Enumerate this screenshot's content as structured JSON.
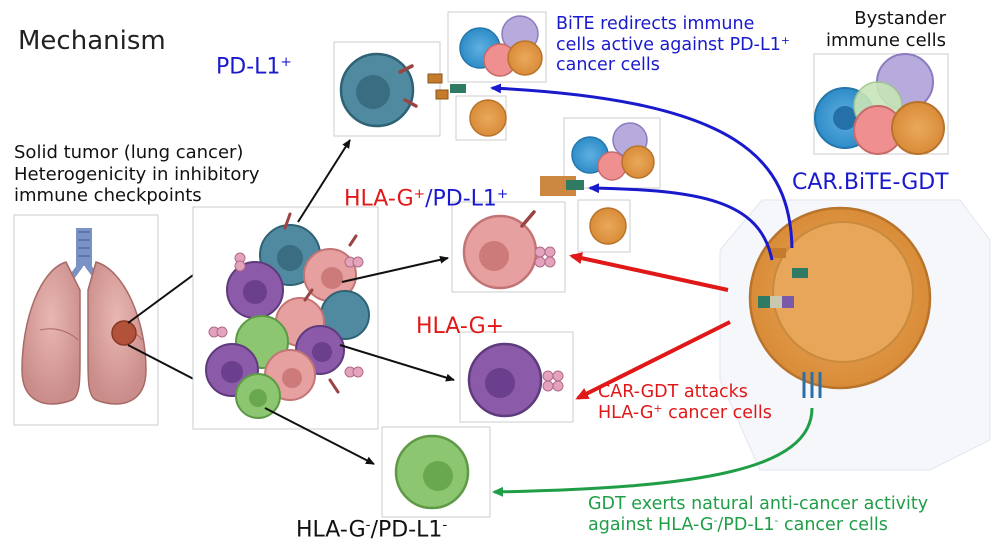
{
  "title": "Mechanism",
  "tumor": {
    "line1": "Solid tumor (lung cancer)",
    "line2": "Heterogenicity in inhibitory",
    "line3": "immune checkpoints"
  },
  "labels": {
    "pdl1": "PD-L1",
    "pdl1_sup": "+",
    "hlag_pdl1_a": "HLA-G",
    "hlag_pdl1_a_sup": "+",
    "hlag_pdl1_b": "/PD-L1",
    "hlag_pdl1_b_sup": "+",
    "hlag": "HLA-G+",
    "neg_a": "HLA-G",
    "neg_a_sup": "-",
    "neg_b": "/PD-L1",
    "neg_b_sup": "-",
    "car_bite_gdt": "CAR.BiTE-GDT",
    "bystander1": "Bystander",
    "bystander2": "immune cells"
  },
  "annotations": {
    "bite1": "BiTE redirects immune",
    "bite2a": "cells active against PD-L1",
    "bite2_sup": "+",
    "bite3": "cancer cells",
    "car1": "CAR-GDT attacks",
    "car2a": "HLA-G",
    "car2_sup": "+",
    "car2b": " cancer cells",
    "gdt1": "GDT exerts natural anti-cancer activity",
    "gdt2a": "against HLA-G",
    "gdt2_sup1": "-",
    "gdt2b": "/PD-L1",
    "gdt2_sup2": "-",
    "gdt2c": " cancer cells"
  },
  "colors": {
    "bite_blue": "#1a1acd",
    "car_red": "#e01818",
    "gdt_green": "#1f9e47",
    "tumor_teal": "#4f8aa0",
    "tumor_pink": "#e6a0a0",
    "tumor_purple": "#8b5aa8",
    "tumor_green": "#8cc670",
    "gdt_orange": "#e6a458"
  }
}
